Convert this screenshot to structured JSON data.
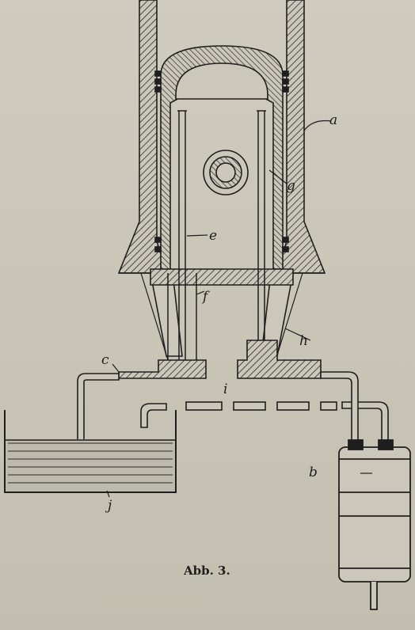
{
  "figure": {
    "caption": "Abb. 3.",
    "labels": {
      "a": "a",
      "b": "b",
      "c": "c",
      "e": "e",
      "f": "f",
      "g": "g",
      "h": "h",
      "i": "i",
      "j": "j"
    }
  },
  "colors": {
    "ink": "#1e1e1e",
    "paper": "#cbc7ba",
    "hatch": "#3a3a3a",
    "liquid": "#bdb9ac"
  }
}
